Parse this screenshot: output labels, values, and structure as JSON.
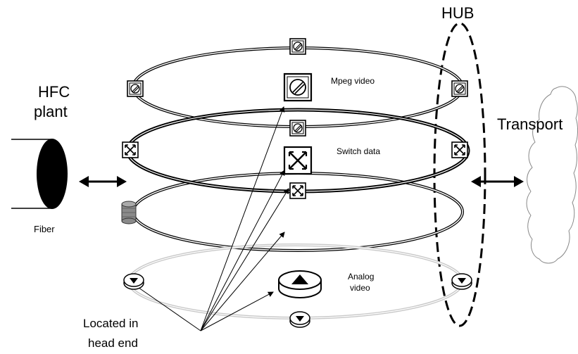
{
  "labels": {
    "hub": "HUB",
    "hfc_line1": "HFC",
    "hfc_line2": "plant",
    "transport": "Transport",
    "fiber": "Fiber",
    "mpeg_video": "Mpeg video",
    "switch_data": "Switch data",
    "analog_line1": "Analog",
    "analog_line2": "video",
    "located_line1": "Located in",
    "located_line2": "head end"
  },
  "icons": {
    "mpeg": "video-server-icon",
    "switch": "switch-icon",
    "analog": "analog-headend-icon",
    "analog_node": "analog-node-icon",
    "storage": "storage-icon",
    "fiber": "fiber-cable-icon",
    "cloud": "cloud-icon"
  },
  "colors": {
    "line": "#000000",
    "ring_gray": "#9a9a9a",
    "analog_ring": "#c8c8c8",
    "storage_fill": "#8a8a8a"
  }
}
